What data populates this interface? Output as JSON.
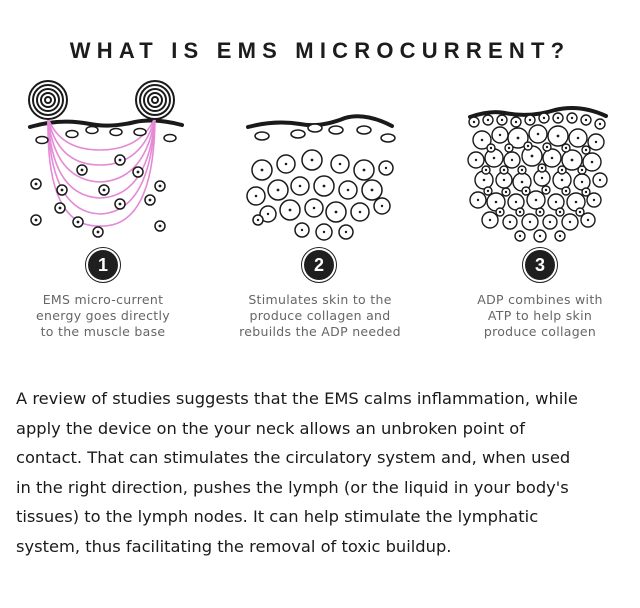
{
  "title": "WHAT IS EMS MICROCURRENT?",
  "steps": [
    {
      "number": "1",
      "caption_lines": [
        "EMS micro-current",
        "energy goes directly",
        "to the muscle base"
      ]
    },
    {
      "number": "2",
      "caption_lines": [
        "Stimulates skin to the",
        "produce collagen and",
        "rebuilds the ADP needed"
      ]
    },
    {
      "number": "3",
      "caption_lines": [
        "ADP combines with",
        "ATP to help skin",
        "produce collagen"
      ]
    }
  ],
  "paragraph_lines": [
    "A review of studies suggests that the EMS calms inflammation, while",
    "apply the device on the your neck allows an unbroken point of",
    "contact. That can stimulates the circulatory system and, when used",
    "in the right direction, pushes the lymph (or the liquid in your body's",
    "tissues) to the lymph nodes. It can help stimulate the lymphatic",
    "system, thus facilitating the removal of toxic buildup."
  ],
  "colors": {
    "ink": "#1a1a1a",
    "current": "#e58ad6",
    "caption": "#666666"
  },
  "icons": [
    "electrode-icon",
    "cell-icon"
  ]
}
